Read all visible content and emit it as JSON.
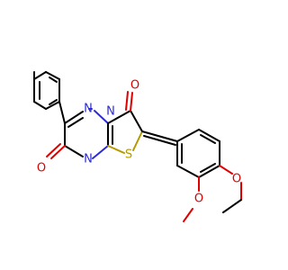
{
  "molecule": {
    "atoms": [
      {
        "id": "N1",
        "label": "N",
        "element": "N"
      },
      {
        "id": "N2",
        "label": "N",
        "element": "N"
      },
      {
        "id": "N3",
        "label": "N",
        "element": "N"
      },
      {
        "id": "O1",
        "label": "O",
        "element": "O"
      },
      {
        "id": "O2",
        "label": "O",
        "element": "O"
      },
      {
        "id": "O3",
        "label": "O",
        "element": "O"
      },
      {
        "id": "O4",
        "label": "O",
        "element": "O"
      },
      {
        "id": "S1",
        "label": "S",
        "element": "S"
      }
    ],
    "colors": {
      "N": "#2b2bd9",
      "O": "#e00000",
      "S": "#b39a00",
      "C": "#000000"
    }
  }
}
